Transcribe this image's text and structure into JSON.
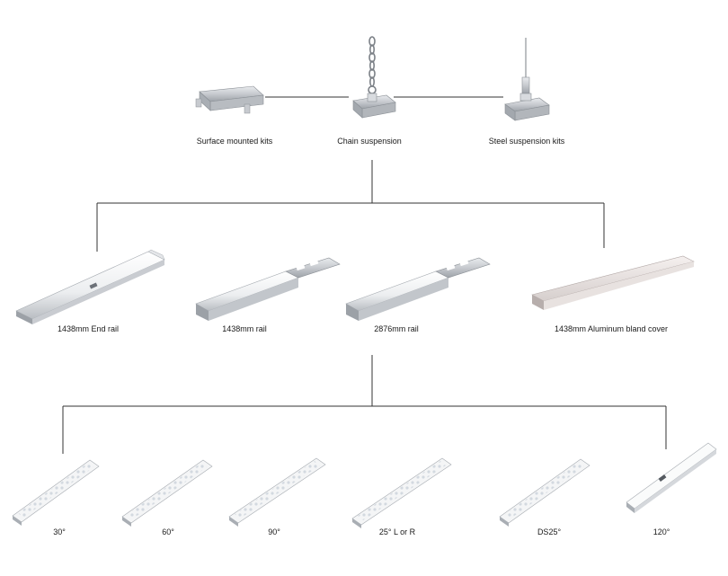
{
  "mounting": {
    "surface_label": "Surface mounted kits",
    "chain_label": "Chain suspension",
    "steel_label": "Steel suspension kits"
  },
  "rails": {
    "end_rail_label": "1438mm  End rail",
    "rail_1438_label": "1438mm rail",
    "rail_2876_label": "2876mm rail",
    "cover_label": "1438mm  Aluminum bland cover"
  },
  "lenses": {
    "items": [
      {
        "label": "30°"
      },
      {
        "label": "60°"
      },
      {
        "label": "90°"
      },
      {
        "label": "25° L or R"
      },
      {
        "label": "DS25°"
      },
      {
        "label": "120°"
      }
    ]
  },
  "colors": {
    "line": "#333333",
    "metal": "#c9ccd0",
    "white_body": "#f4f5f6",
    "lens_dots": "#cfd6de"
  }
}
